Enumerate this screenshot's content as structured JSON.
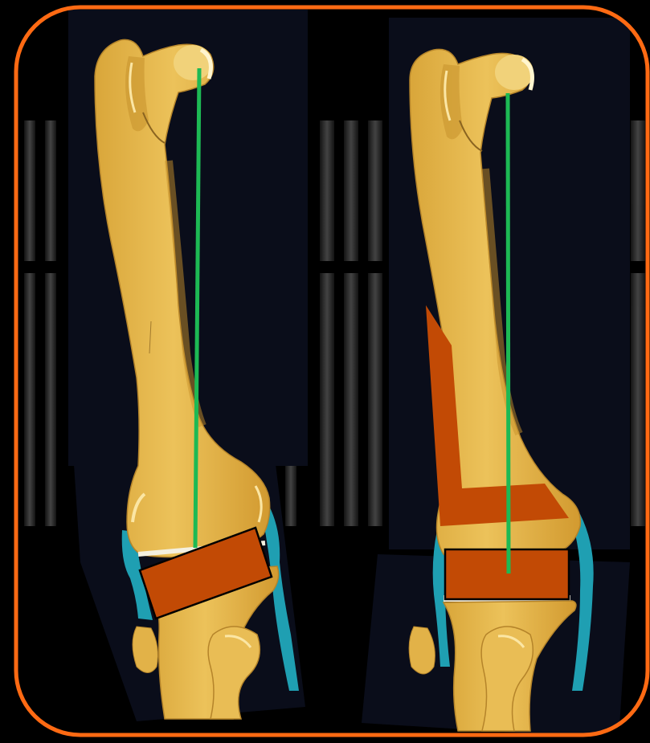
{
  "figure": {
    "panels": [
      {
        "bone": "femur",
        "overlays": [
          {
            "kind": "mechanical-axis-line"
          },
          {
            "kind": "wedge-block"
          }
        ]
      },
      {
        "bone": "femur",
        "overlays": [
          {
            "kind": "mechanical-axis-line"
          },
          {
            "kind": "l-shaped-implant"
          },
          {
            "kind": "wedge-block"
          }
        ]
      }
    ]
  },
  "colors": {
    "background": "#000000",
    "frame_border": "#ff6a13",
    "bone": "#e6b84a",
    "bone_shadow": "#c7922c",
    "bone_highlight": "#fbe6a4",
    "cartilage": "#1f9fb2",
    "axis_line": "#1db954",
    "implant": "#c24a05",
    "panel_bg": "#0a0d1a"
  }
}
